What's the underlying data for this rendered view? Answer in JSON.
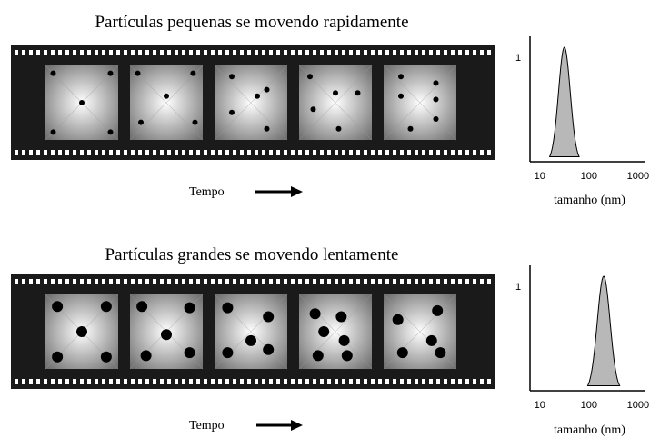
{
  "panels": [
    {
      "id": "small",
      "title": "Partículas pequenas se movendo rapidamente",
      "time_label": "Tempo",
      "frames": [
        [
          [
            0.5,
            0.5
          ],
          [
            0.05,
            0.05
          ],
          [
            0.95,
            0.05
          ],
          [
            0.05,
            0.95
          ],
          [
            0.95,
            0.95
          ]
        ],
        [
          [
            0.5,
            0.4
          ],
          [
            0.05,
            0.05
          ],
          [
            0.92,
            0.05
          ],
          [
            0.1,
            0.8
          ],
          [
            0.95,
            0.8
          ]
        ],
        [
          [
            0.2,
            0.1
          ],
          [
            0.75,
            0.3
          ],
          [
            0.6,
            0.4
          ],
          [
            0.2,
            0.65
          ],
          [
            0.75,
            0.9
          ]
        ],
        [
          [
            0.1,
            0.1
          ],
          [
            0.5,
            0.35
          ],
          [
            0.85,
            0.35
          ],
          [
            0.15,
            0.6
          ],
          [
            0.55,
            0.9
          ]
        ],
        [
          [
            0.2,
            0.1
          ],
          [
            0.75,
            0.2
          ],
          [
            0.2,
            0.4
          ],
          [
            0.75,
            0.45
          ],
          [
            0.75,
            0.75
          ],
          [
            0.35,
            0.9
          ]
        ]
      ],
      "particle_radius": 3,
      "plot": {
        "y_tick": "1",
        "x_ticks": [
          "10",
          "100",
          "1000"
        ],
        "xlabel": "tamanho (nm)",
        "peak_log10": 1.5,
        "peak_width_log10": 0.12,
        "fill": "#b8b8b8"
      }
    },
    {
      "id": "large",
      "title": "Partículas grandes se movendo lentamente",
      "time_label": "Tempo",
      "frames": [
        [
          [
            0.08,
            0.08
          ],
          [
            0.92,
            0.08
          ],
          [
            0.5,
            0.5
          ],
          [
            0.08,
            0.92
          ],
          [
            0.92,
            0.92
          ]
        ],
        [
          [
            0.08,
            0.08
          ],
          [
            0.9,
            0.1
          ],
          [
            0.5,
            0.55
          ],
          [
            0.15,
            0.9
          ],
          [
            0.9,
            0.85
          ]
        ],
        [
          [
            0.1,
            0.1
          ],
          [
            0.8,
            0.25
          ],
          [
            0.5,
            0.65
          ],
          [
            0.1,
            0.85
          ],
          [
            0.8,
            0.8
          ]
        ],
        [
          [
            0.15,
            0.2
          ],
          [
            0.6,
            0.25
          ],
          [
            0.3,
            0.5
          ],
          [
            0.65,
            0.65
          ],
          [
            0.2,
            0.9
          ],
          [
            0.7,
            0.9
          ]
        ],
        [
          [
            0.12,
            0.3
          ],
          [
            0.8,
            0.15
          ],
          [
            0.7,
            0.65
          ],
          [
            0.2,
            0.85
          ],
          [
            0.85,
            0.85
          ]
        ]
      ],
      "particle_radius": 6,
      "plot": {
        "y_tick": "1",
        "x_ticks": [
          "10",
          "100",
          "1000"
        ],
        "xlabel": "tamanho (nm)",
        "peak_log10": 2.3,
        "peak_width_log10": 0.13,
        "fill": "#b8b8b8"
      }
    }
  ]
}
